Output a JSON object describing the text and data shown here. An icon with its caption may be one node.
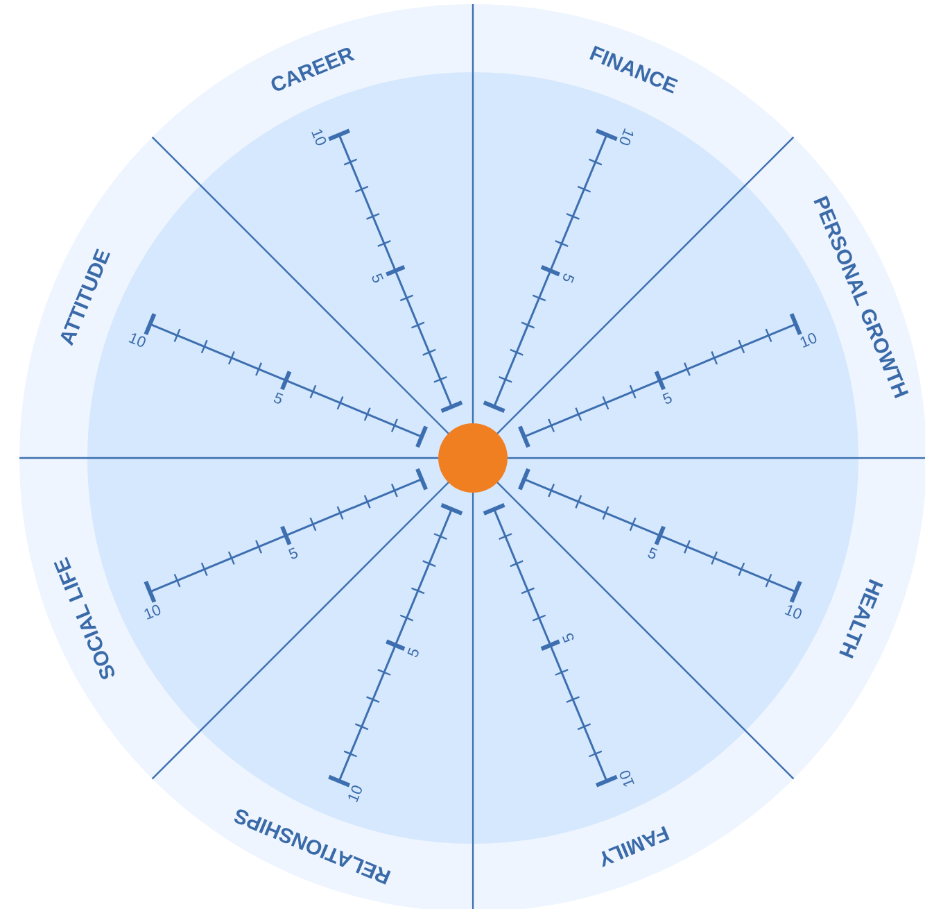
{
  "diagram": {
    "labels": [
      "CAREER",
      "10",
      "5",
      "FINANCE",
      "10",
      "5",
      "PERSONAL GROWTH",
      "10",
      "5",
      "HEALTH",
      "5",
      "10",
      "FAMILY",
      "5",
      "10",
      "RELATIONSHIPS",
      "5",
      "10",
      "SOCIAL LIFE",
      "5",
      "10",
      "ATTITUDE",
      "10",
      "5"
    ]
  }
}
